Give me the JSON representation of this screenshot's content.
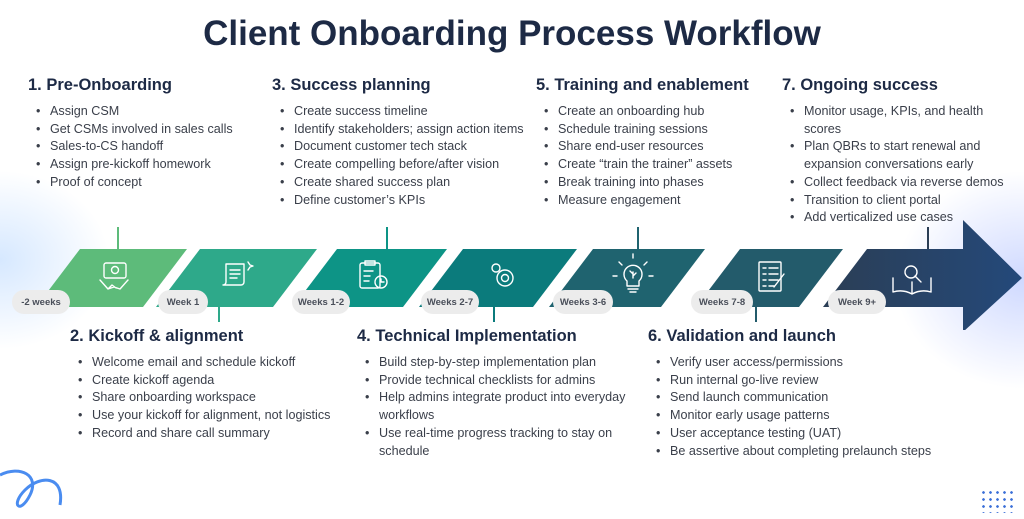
{
  "title": "Client Onboarding Process Workflow",
  "steps": [
    {
      "heading": "1. Pre-Onboarding",
      "items": [
        "Assign CSM",
        "Get CSMs involved in sales calls",
        "Sales-to-CS handoff",
        "Assign pre-kickoff homework",
        "Proof of concept"
      ],
      "timing": "-2 weeks",
      "icon": "handshake-icon",
      "color": "#5dbb7a"
    },
    {
      "heading": "2. Kickoff & alignment",
      "items": [
        "Welcome email and schedule kickoff",
        "Create kickoff agenda",
        "Share onboarding workspace",
        "Use your kickoff for alignment, not logistics",
        "Record and share call summary"
      ],
      "timing": "Week 1",
      "icon": "scroll-icon",
      "color": "#2ea98a"
    },
    {
      "heading": "3. Success planning",
      "items": [
        "Create success timeline",
        "Identify stakeholders; assign action items",
        "Document customer tech stack",
        "Create compelling before/after vision",
        "Create shared success plan",
        "Define customer’s KPIs"
      ],
      "timing": "Weeks 1-2",
      "icon": "clipboard-clock-icon",
      "color": "#0d9486"
    },
    {
      "heading": "4. Technical Implementation",
      "items": [
        "Build step-by-step implementation plan",
        "Provide technical checklists for admins",
        "Help admins integrate product into everyday workflows",
        "Use real-time progress tracking to stay on schedule"
      ],
      "timing": "Weeks 2-7",
      "icon": "gears-icon",
      "color": "#0b7b7c"
    },
    {
      "heading": "5. Training and enablement",
      "items": [
        "Create an onboarding hub",
        "Schedule training sessions",
        "Share end-user resources",
        "Create “train the trainer” assets",
        "Break training into phases",
        "Measure engagement"
      ],
      "timing": "Weeks 3-6",
      "icon": "lightbulb-icon",
      "color": "#1f636f"
    },
    {
      "heading": "6. Validation and launch",
      "items": [
        "Verify user access/permissions",
        "Run internal go-live review",
        "Send launch communication",
        "Monitor early usage patterns",
        "User acceptance testing (UAT)",
        "Be assertive about completing prelaunch steps"
      ],
      "timing": "Weeks 7-8",
      "icon": "checklist-icon",
      "color": "#235b6b"
    },
    {
      "heading": "7. Ongoing success",
      "items": [
        "Monitor usage, KPIs, and health scores",
        "Plan QBRs to start renewal and expansion conversations early",
        "Collect feedback via reverse demos",
        "Transition to client portal",
        "Add verticalized use cases"
      ],
      "timing": "Week 9+",
      "icon": "book-search-icon",
      "color": "#2b3e55"
    }
  ]
}
